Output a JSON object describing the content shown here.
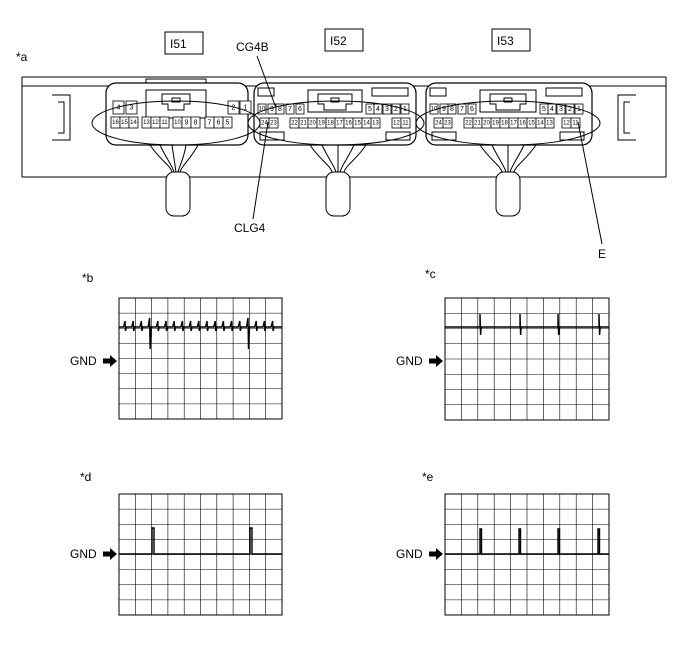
{
  "panel_labels": {
    "a": "*a",
    "b": "*b",
    "c": "*c",
    "d": "*d",
    "e": "*e"
  },
  "connectors": {
    "i51": {
      "name": "I51",
      "top_row": [
        "4",
        "3",
        "2",
        "1"
      ],
      "bottom_row": [
        "16",
        "15",
        "14",
        "13",
        "12",
        "11",
        "10",
        "9",
        "8",
        "7",
        "6",
        "5"
      ]
    },
    "i52": {
      "name": "I52",
      "top_row": [
        "10",
        "9",
        "8",
        "7",
        "6",
        "5",
        "4",
        "3",
        "2",
        "1"
      ],
      "bottom_row": [
        "24",
        "23",
        "22",
        "21",
        "20",
        "19",
        "18",
        "17",
        "16",
        "15",
        "14",
        "13",
        "12",
        "11"
      ]
    },
    "i53": {
      "name": "I53",
      "top_row": [
        "10",
        "9",
        "8",
        "7",
        "6",
        "5",
        "4",
        "3",
        "2",
        "1"
      ],
      "bottom_row": [
        "24",
        "23",
        "22",
        "21",
        "20",
        "19",
        "18",
        "17",
        "16",
        "15",
        "14",
        "13",
        "12",
        "11"
      ]
    }
  },
  "callouts": {
    "cg4b": "CG4B",
    "clg4": "CLG4",
    "e": "E"
  },
  "scopes": [
    {
      "id": "b",
      "gnd_label": "GND",
      "waveform": "dense-pulses-with-two-large-spikes"
    },
    {
      "id": "c",
      "gnd_label": "GND",
      "waveform": "four-short-spikes"
    },
    {
      "id": "d",
      "gnd_label": "GND",
      "waveform": "two-tall-pulses"
    },
    {
      "id": "e",
      "gnd_label": "GND",
      "waveform": "four-pulses"
    }
  ],
  "colors": {
    "line": "#000000",
    "background": "#ffffff"
  }
}
